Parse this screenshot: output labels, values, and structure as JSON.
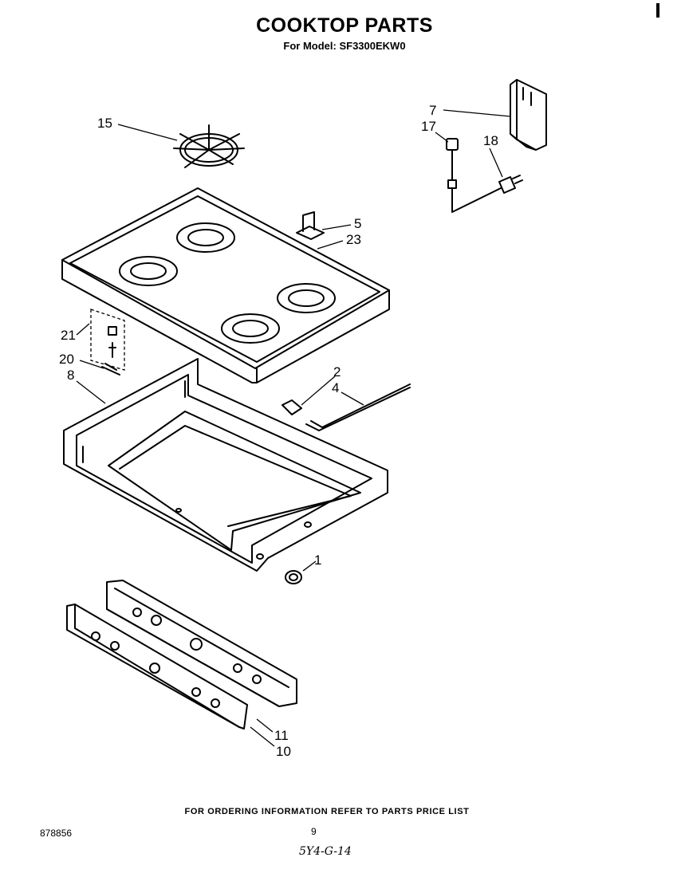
{
  "header": {
    "title": "COOKTOP PARTS",
    "subtitle": "For Model: SF3300EKW0"
  },
  "callouts": [
    {
      "id": "15",
      "label": "15"
    },
    {
      "id": "7",
      "label": "7"
    },
    {
      "id": "17",
      "label": "17"
    },
    {
      "id": "18",
      "label": "18"
    },
    {
      "id": "5",
      "label": "5"
    },
    {
      "id": "23",
      "label": "23"
    },
    {
      "id": "21",
      "label": "21"
    },
    {
      "id": "20",
      "label": "20"
    },
    {
      "id": "8",
      "label": "8"
    },
    {
      "id": "2",
      "label": "2"
    },
    {
      "id": "4",
      "label": "4"
    },
    {
      "id": "1",
      "label": "1"
    },
    {
      "id": "11",
      "label": "11"
    },
    {
      "id": "10",
      "label": "10"
    }
  ],
  "footer": {
    "ordering_note": "FOR ORDERING INFORMATION REFER TO PARTS PRICE LIST",
    "doc_number": "878856",
    "page_number": "9",
    "handwritten": "5Y4-G-14"
  }
}
